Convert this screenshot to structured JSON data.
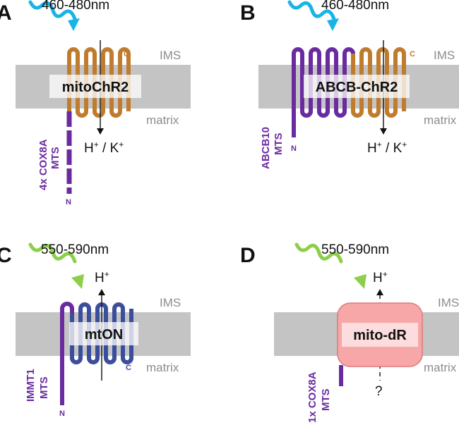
{
  "panels": [
    {
      "label": "A",
      "wavelength": "460-480nm",
      "top_side": "IMS",
      "bottom_side": "matrix",
      "protein": "mitoChR2",
      "flux": {
        "base": "H",
        "sup1": "+",
        "sep": " / K",
        "sup2": "+"
      },
      "c_term": "C",
      "n_term": "N",
      "mts_lines": [
        "4x COX8A",
        "MTS"
      ]
    },
    {
      "label": "B",
      "wavelength": "460-480nm",
      "top_side": "IMS",
      "bottom_side": "matrix",
      "protein": "ABCB-ChR2",
      "flux": {
        "base": "H",
        "sup1": "+",
        "sep": " / K",
        "sup2": "+"
      },
      "c_term": "C",
      "n_term": "N",
      "mts_lines": [
        "ABCB10",
        "MTS"
      ]
    },
    {
      "label": "C",
      "wavelength": "550-590nm",
      "top_side": "IMS",
      "bottom_side": "matrix",
      "protein": "mtON",
      "flux": {
        "base": "H",
        "sup1": "+"
      },
      "c_term": "C",
      "n_term": "N",
      "mts_lines": [
        "IMMT1",
        "MTS"
      ]
    },
    {
      "label": "D",
      "wavelength": "550-590nm",
      "top_side": "IMS",
      "bottom_side": "matrix",
      "protein": "mito-dR",
      "flux": {
        "base": "H",
        "sup1": "+"
      },
      "unknown": "?",
      "mts_lines": [
        "1x COX8A",
        "MTS"
      ]
    }
  ],
  "colors": {
    "membrane": "#c4c4c4",
    "chr2": "#c07c2e",
    "mts": "#6a2aa0",
    "mton": "#3a4e9c",
    "dr_fill": "#f7a7a7",
    "dr_stroke": "#e07878",
    "blue_light": "#19b4e6",
    "green_light": "#8dce4a"
  }
}
